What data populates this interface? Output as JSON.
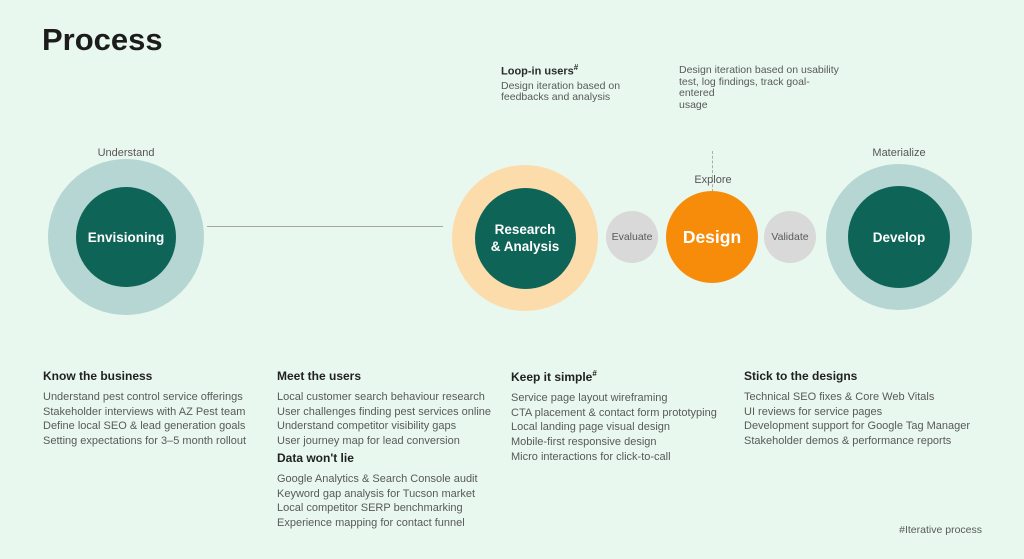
{
  "page": {
    "title": "Process",
    "footnote": "#Iterative process"
  },
  "colors": {
    "background": "#e9f8ef",
    "outer_ring_teal": "#b5d6d2",
    "outer_ring_peach": "#fcdcab",
    "core_teal": "#0e6557",
    "design_orange": "#f78c0a",
    "minor_gray": "#d9d9d9",
    "body_text_gray": "#595959",
    "heading_dark": "#1c1c1c",
    "connector_line": "#a6a6a6"
  },
  "annotations": [
    {
      "heading": "Loop-in users",
      "mark": "#",
      "body": "Design iteration based on\nfeedbacks and analysis"
    },
    {
      "body": "Design iteration based on usability\ntest, log findings, track goal-entered\nusage"
    }
  ],
  "phases": [
    {
      "label": "Understand"
    },
    {
      "label": "Explore"
    },
    {
      "label": "Materialize"
    }
  ],
  "stages": [
    {
      "label": "Envisioning",
      "type": "major-teal"
    },
    {
      "label": "Research\n& Analysis",
      "type": "major-peach"
    },
    {
      "label": "Evaluate",
      "type": "minor-gray"
    },
    {
      "label": "Design",
      "type": "highlight-orange"
    },
    {
      "label": "Validate",
      "type": "minor-gray"
    },
    {
      "label": "Develop",
      "type": "major-teal"
    }
  ],
  "columns": [
    {
      "heading": "Know the business",
      "items": [
        "Understand pest control service offerings",
        "Stakeholder interviews with AZ Pest team",
        "Define local SEO & lead generation goals",
        "Setting expectations for 3–5 month rollout"
      ]
    },
    {
      "heading": "Meet the users",
      "items": [
        "Local customer search behaviour research",
        "User challenges finding pest services online",
        "Understand competitor visibility gaps",
        "User journey map for lead conversion"
      ]
    },
    {
      "heading": "Data won't lie",
      "items": [
        "Google Analytics & Search Console audit",
        "Keyword gap analysis for Tucson market",
        "Local competitor SERP benchmarking",
        "Experience mapping for contact funnel"
      ]
    },
    {
      "heading": "Keep it simple",
      "mark": "#",
      "items": [
        "Service page layout wireframing",
        "CTA placement & contact form prototyping",
        "Local landing page visual design",
        "Mobile-first responsive design",
        "Micro interactions for click-to-call"
      ]
    },
    {
      "heading": "Stick to the designs",
      "items": [
        "Technical SEO fixes & Core Web Vitals",
        "UI reviews for service pages",
        "Development support for Google Tag Manager",
        "Stakeholder demos & performance reports"
      ]
    }
  ]
}
